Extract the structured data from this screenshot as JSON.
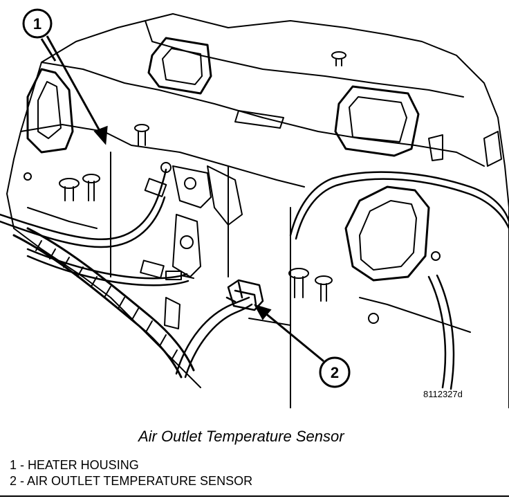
{
  "figure": {
    "caption": "Air Outlet Temperature Sensor",
    "figure_id": "8112327d",
    "callouts": [
      {
        "number": "1",
        "target": "HEATER HOUSING"
      },
      {
        "number": "2",
        "target": "AIR OUTLET TEMPERATURE SENSOR"
      }
    ]
  },
  "legend": {
    "items": [
      {
        "text": "1 - HEATER HOUSING"
      },
      {
        "text": "2 - AIR OUTLET TEMPERATURE SENSOR"
      }
    ]
  }
}
